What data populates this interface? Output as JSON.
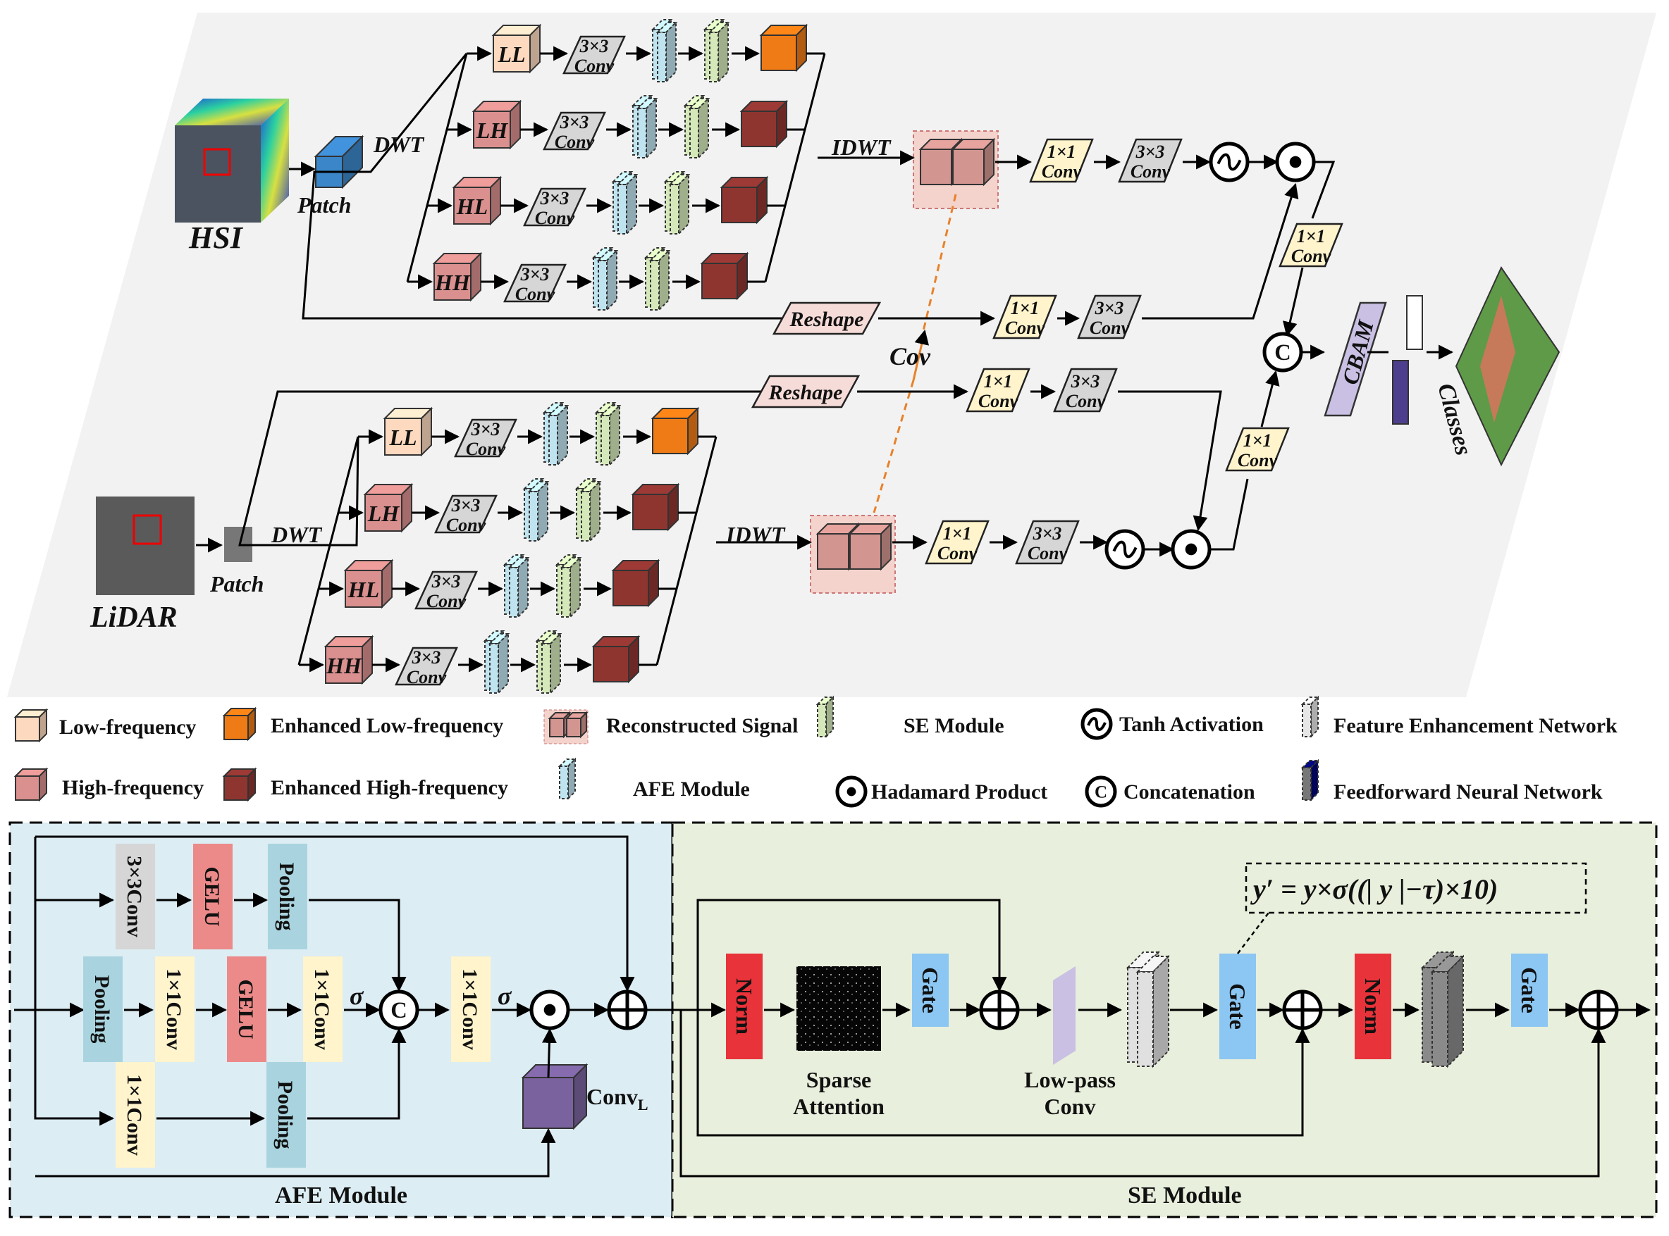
{
  "inputs": {
    "hsi": "HSI",
    "lidar": "LiDAR",
    "patch": "Patch",
    "dwt": "DWT",
    "idwt": "IDWT",
    "reshape": "Reshape",
    "cov": "Cov",
    "classes": "Classes",
    "cbam": "CBAM"
  },
  "subbands": [
    "LL",
    "LH",
    "HL",
    "HH"
  ],
  "ops": {
    "conv3": [
      "3×3",
      "Conv"
    ],
    "conv1": [
      "1×1",
      "Conv"
    ]
  },
  "legend": {
    "low_freq": "Low-frequency",
    "enh_low_freq": "Enhanced Low-frequency",
    "recon_signal": "Reconstructed Signal",
    "se_module": "SE Module",
    "tanh": "Tanh Activation",
    "fen": "Feature Enhancement Network",
    "high_freq": "High-frequency",
    "enh_high_freq": "Enhanced High-frequency",
    "afe_module": "AFE Module",
    "hadamard": "Hadamard Product",
    "concat": "Concatenation",
    "ffn": "Feedforward Neural Network"
  },
  "afe": {
    "title": "AFE Module",
    "conv3x3": "3×3Conv",
    "gelu": "GELU",
    "pooling": "Pooling",
    "conv1x1": "1×1Conv",
    "sigma": "σ",
    "convl": "Conv",
    "convl_sub": "L"
  },
  "se": {
    "title": "SE Module",
    "norm": "Norm",
    "gate": "Gate",
    "sparse_attention": [
      "Sparse",
      "Attention"
    ],
    "lowpass_conv": [
      "Low-pass",
      "Conv"
    ],
    "formula": "y′ = y×σ((| y |−τ)×10)"
  },
  "colors": {
    "low": "#fdd9bf",
    "enh_low": "#ee7b16",
    "high": "#d9908e",
    "enh_high": "#8f3530",
    "afe_blue": "#bfe3ef",
    "se_green": "#d4e8b9",
    "conv1": "#fff4cc",
    "conv3": "#d6d6d6",
    "afe_bg": "#dcedf3",
    "se_bg": "#e8efdc",
    "gelu": "#ec8a8a",
    "pool": "#a9d4df",
    "norm": "#e8333a",
    "gate": "#8cc6f2",
    "cbam": "#c9c0e3",
    "purple": "#7a629f"
  }
}
